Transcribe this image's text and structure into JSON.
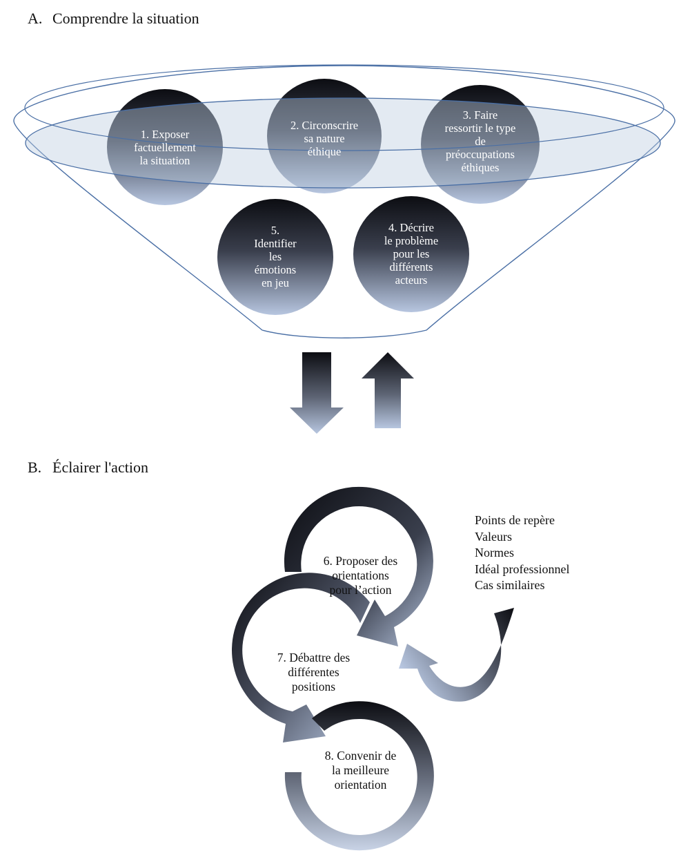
{
  "section_a": {
    "letter": "A.",
    "title": "Comprendre la situation",
    "steps": [
      {
        "label": "1. Exposer\nfactuellement\nla situation"
      },
      {
        "label": "2. Circonscrire\nsa nature\néthique"
      },
      {
        "label": "3. Faire\nressortir le type\nde\npréoccupations\néthiques"
      },
      {
        "label": "4. Décrire\nle problème\npour les\ndifférents\nacteurs"
      },
      {
        "label": "5.\nIdentifier\nles\némotions\nen jeu"
      }
    ]
  },
  "section_b": {
    "letter": "B.",
    "title": "Éclairer l'action",
    "steps": [
      {
        "label": "6. Proposer des\norientations\npour l’action"
      },
      {
        "label": "7. Débattre des\ndifférentes\npositions"
      },
      {
        "label": "8. Convenir de\nla meilleure\norientation"
      }
    ],
    "references": [
      "Points de repère",
      "Valeurs",
      "Normes",
      "Idéal professionnel",
      "Cas similaires"
    ]
  },
  "colors": {
    "circle_dark": "#0c0d12",
    "circle_light": "#b7c6e0",
    "funnel_stroke": "#4a6fa5",
    "ellipse_fill": "#bccde0"
  }
}
